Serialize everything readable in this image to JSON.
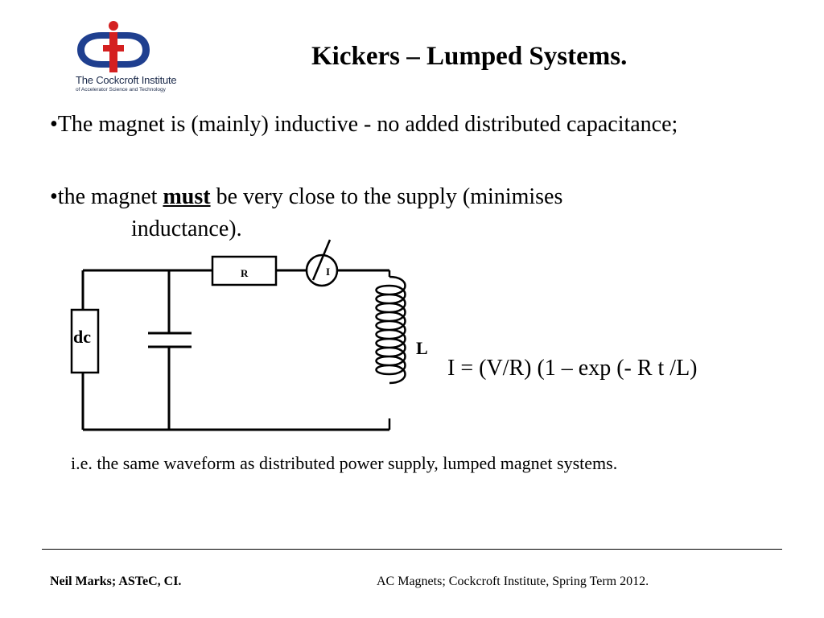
{
  "logo": {
    "line1": "The Cockcroft Institute",
    "line2": "of Accelerator Science and Technology",
    "colors": {
      "blue": "#1f3f8f",
      "red": "#d42020"
    }
  },
  "slide": {
    "title": "Kickers – Lumped Systems.",
    "bullet1": "•The magnet is (mainly) inductive - no added distributed capacitance;",
    "bullet2_pre": "•the magnet ",
    "bullet2_must": "must",
    "bullet2_post": " be very close to the supply (minimises",
    "bullet2_cont": "inductance).",
    "formula": "I = (V/R) (1 – exp (- R t /L)",
    "note": "i.e. the same waveform as distributed power supply, lumped magnet systems."
  },
  "circuit": {
    "dc_label": "dc",
    "resistor_label": "R",
    "switch_label": "I",
    "inductor_label": "L"
  },
  "footer": {
    "left": "Neil Marks; ASTeC, CI.",
    "right": "AC Magnets; Cockcroft Institute, Spring Term 2012."
  }
}
